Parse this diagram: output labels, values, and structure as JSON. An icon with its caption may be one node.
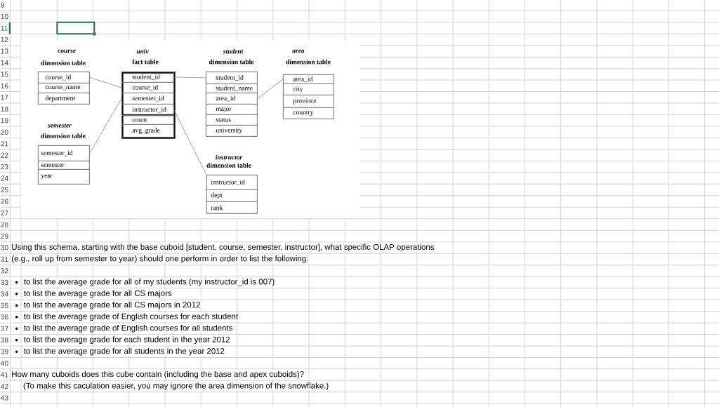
{
  "diagram": {
    "nodes": [
      {
        "text": [
          "course",
          "dimension table"
        ]
      },
      {
        "text": [
          "course_id"
        ],
        "in": 0
      },
      {
        "text": [
          "course_name"
        ],
        "in": 0
      },
      {
        "text": [
          "department"
        ],
        "in": 0
      },
      {
        "text": [
          "univ",
          "fact table"
        ]
      },
      {
        "text": [
          "student_id"
        ],
        "in": 4
      },
      {
        "text": [
          "course_id"
        ],
        "in": 4
      },
      {
        "text": [
          "semester_id"
        ],
        "in": 4
      },
      {
        "text": [
          "instructor_id"
        ],
        "in": 4
      },
      {
        "text": [
          "count"
        ],
        "in": 4
      },
      {
        "text": [
          "avg_grade"
        ],
        "in": 4
      },
      {
        "text": [
          "student",
          "dimension table"
        ]
      },
      {
        "text": [
          "student_id"
        ],
        "in": 11
      },
      {
        "text": [
          "student_name"
        ],
        "in": 11
      },
      {
        "text": [
          "area_id"
        ],
        "in": 11
      },
      {
        "text": [
          "major"
        ],
        "in": 11
      },
      {
        "text": [
          "status"
        ],
        "in": 11
      },
      {
        "text": [
          "university"
        ],
        "in": 11
      },
      {
        "text": [
          "area",
          "dimension table"
        ]
      },
      {
        "text": [
          "area_id"
        ],
        "in": 18
      },
      {
        "text": [
          "city"
        ],
        "in": 18
      },
      {
        "text": [
          "province"
        ],
        "in": 18
      },
      {
        "text": [
          "country"
        ],
        "in": 18
      },
      {
        "text": [
          "semester",
          "dimension table"
        ]
      },
      {
        "text": [
          "semester_id"
        ],
        "in": 23
      },
      {
        "text": [
          "semester"
        ],
        "in": 23
      },
      {
        "text": [
          "year"
        ],
        "in": 23
      },
      {
        "text": [
          "instructor",
          "dimension table"
        ]
      },
      {
        "text": [
          "instructor_id"
        ],
        "in": 27
      },
      {
        "text": [
          "dept"
        ],
        "in": 27
      },
      {
        "text": [
          "rank"
        ],
        "in": 27
      }
    ],
    "edges": [
      {
        "from": 1,
        "to": 6,
        "arrow": "none"
      },
      {
        "from": 24,
        "to": 7,
        "arrow": "none"
      },
      {
        "from": 5,
        "to": 12,
        "arrow": "none"
      },
      {
        "from": 8,
        "to": 28,
        "arrow": "none"
      },
      {
        "from": 14,
        "to": 19,
        "arrow": "none"
      }
    ],
    "labels": [
      "9",
      "10",
      "11",
      "12",
      "13",
      "14",
      "15",
      "16",
      "17",
      "18",
      "19",
      "20",
      "21",
      "22",
      "23",
      "24",
      "25",
      "26",
      "27",
      "28",
      "29",
      "30",
      "Using this schema, starting with the base cuboid [student, course, semester, instructor], what specific OLAP operations",
      "31",
      "(e.g., roll up from semester to year) should one perform in order to list the following:",
      "32",
      "33",
      "to list the average grade for all of my students (my instructor_id is 007)",
      "34",
      "to list the average grade for all CS majors",
      "35",
      "to list the average grade for all CS majors in 2012",
      "36",
      "to list the average grade of English courses for each student",
      "37",
      "to list the average grade of English courses for all students",
      "38",
      "to list the average grade for each student in the year 2012",
      "39",
      "to list the average grade for all students in the year 2012",
      "40",
      "41",
      "How many cuboids does this cube contain (including the base and apex cuboids)?",
      "42",
      "(To make this caculation easier, you may ignore the area dimension of the snowflake.)",
      "43"
    ]
  }
}
